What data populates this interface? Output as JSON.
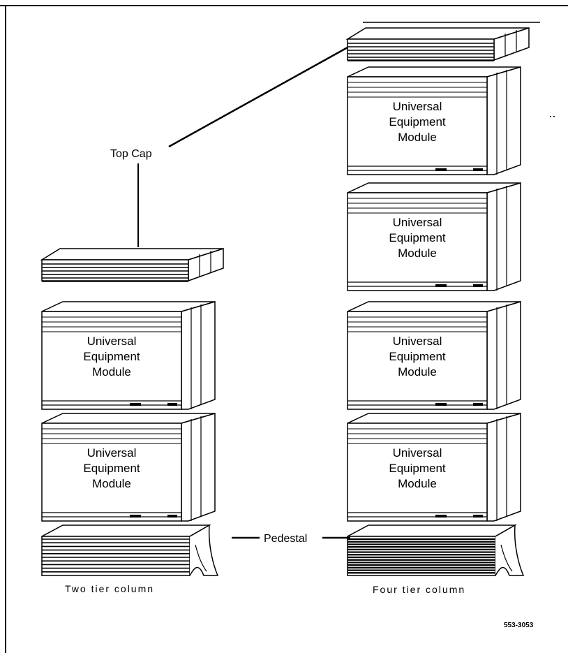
{
  "callouts": {
    "top_cap": "Top Cap",
    "pedestal": "Pedestal"
  },
  "module_label": [
    "Universal",
    "Equipment",
    "Module"
  ],
  "captions": {
    "two_tier": "Two tier column",
    "four_tier": "Four tier column"
  },
  "figure_number": "553-3053"
}
